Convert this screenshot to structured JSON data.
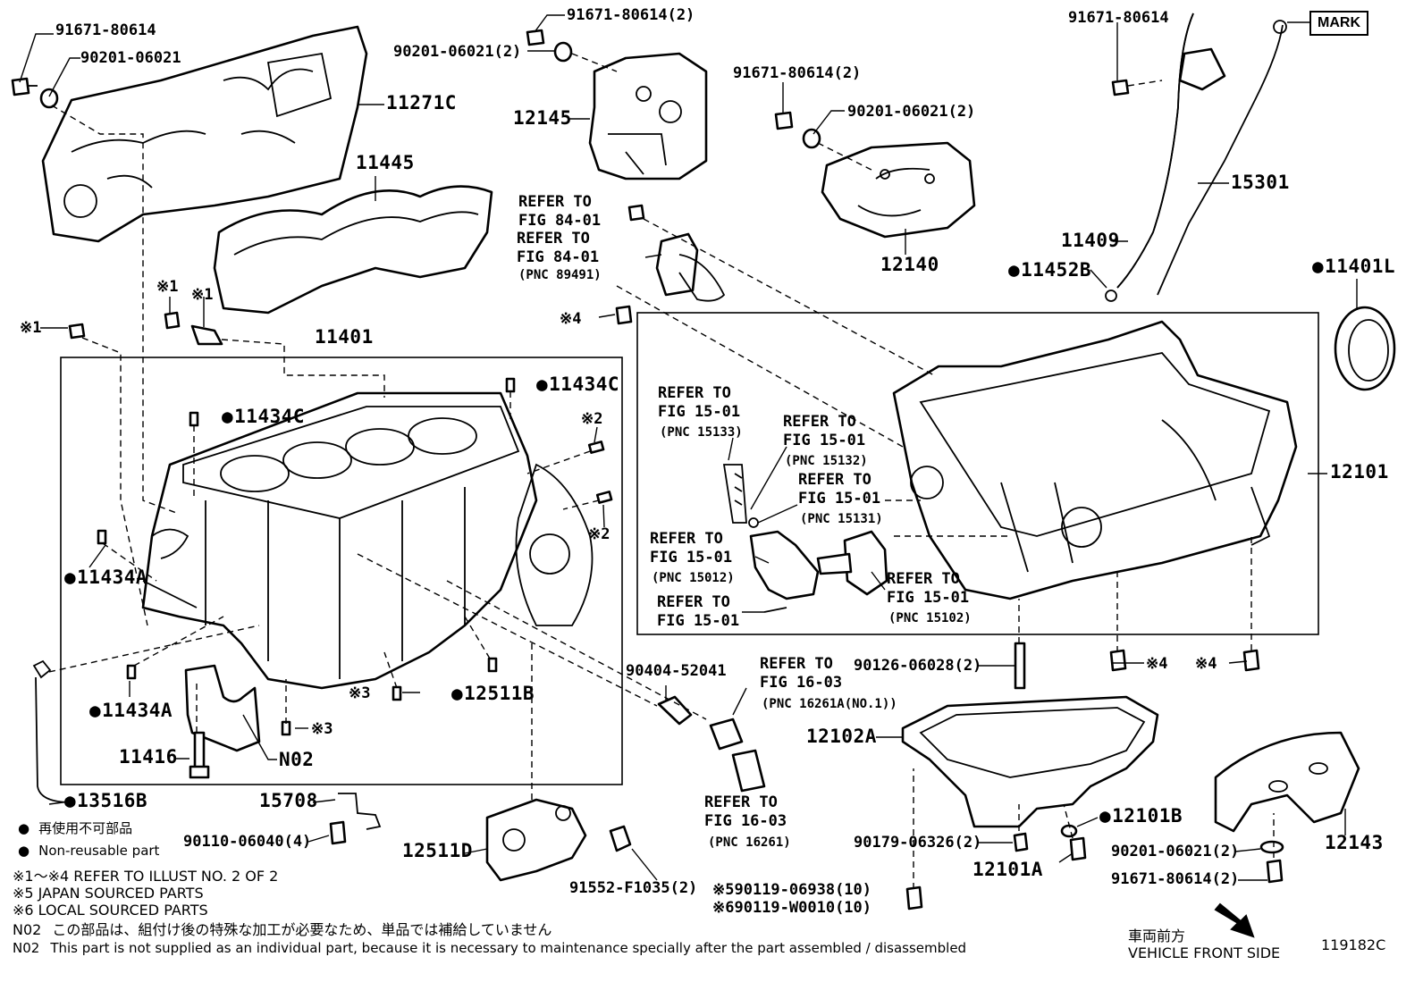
{
  "diagram_id": "119182C",
  "callouts": {
    "p91671_top": "91671-80614",
    "p90201_top": "90201-06021",
    "p11271C": "11271C",
    "p11445": "11445",
    "p91671_2a": "91671-80614(2)",
    "p90201_2a": "90201-06021(2)",
    "p12145": "12145",
    "p91671_2b": "91671-80614(2)",
    "p90201_2b": "90201-06021(2)",
    "p12140": "12140",
    "p91671_right": "91671-80614",
    "p15301": "15301",
    "p11409": "11409",
    "p11452B": "11452B",
    "p11401L": "11401L",
    "p11401": "11401",
    "p11434C_a": "11434C",
    "p11434C_b": "11434C",
    "p11434A_a": "11434A",
    "p11434A_b": "11434A",
    "p11416": "11416",
    "pN02": "N02",
    "p13516B": "13516B",
    "p12511B": "12511B",
    "p12101": "12101",
    "p90404": "90404-52041",
    "p90126": "90126-06028(2)",
    "p12102A": "12102A",
    "p90179": "90179-06326(2)",
    "p12101A": "12101A",
    "p12101B": "12101B",
    "p12143": "12143",
    "p90201_bottom": "90201-06021(2)",
    "p91671_bottom": "91671-80614(2)",
    "p15708": "15708",
    "p90110": "90110-06040(4)",
    "p12511D": "12511D",
    "p91552": "91552-F1035(2)",
    "p90119a": "90119-06938(10)",
    "p90119b": "90119-W0010(10)"
  },
  "markers": {
    "m1": "※1",
    "m4": "※4",
    "m2": "※2",
    "m3": "※3",
    "m5": "※5",
    "m6": "※6"
  },
  "refer": {
    "refer_to": "REFER TO",
    "fig_84_01": "FIG 84-01",
    "fig_15_01": "FIG 15-01",
    "fig_16_03": "FIG 16-03",
    "pnc_89491": "(PNC 89491)",
    "pnc_15133": "(PNC 15133)",
    "pnc_15132": "(PNC 15132)",
    "pnc_15131": "(PNC 15131)",
    "pnc_15012": "(PNC 15012)",
    "pnc_15102": "(PNC 15102)",
    "pnc_16261A": "(PNC 16261A(NO.1))",
    "pnc_16261": "(PNC 16261)"
  },
  "mark_label": "MARK",
  "legend": {
    "nonreusable_jp": "再使用不可部品",
    "nonreusable_en": "Non-reusable part",
    "note1": "※1～※4  REFER TO ILLUST NO. 2 OF 2",
    "note5": "※5 JAPAN SOURCED PARTS",
    "note6": "※6 LOCAL SOURCED PARTS",
    "n02_code": "N02",
    "n02_jp": "この部品は、組付け後の特殊な加工が必要なため、単品では補給していません",
    "n02_en": "This part is not supplied as an individual part, because it is necessary to maintenance specially after the part assembled / disassembled"
  },
  "orientation": {
    "jp": "車両前方",
    "en": "VEHICLE FRONT SIDE"
  }
}
